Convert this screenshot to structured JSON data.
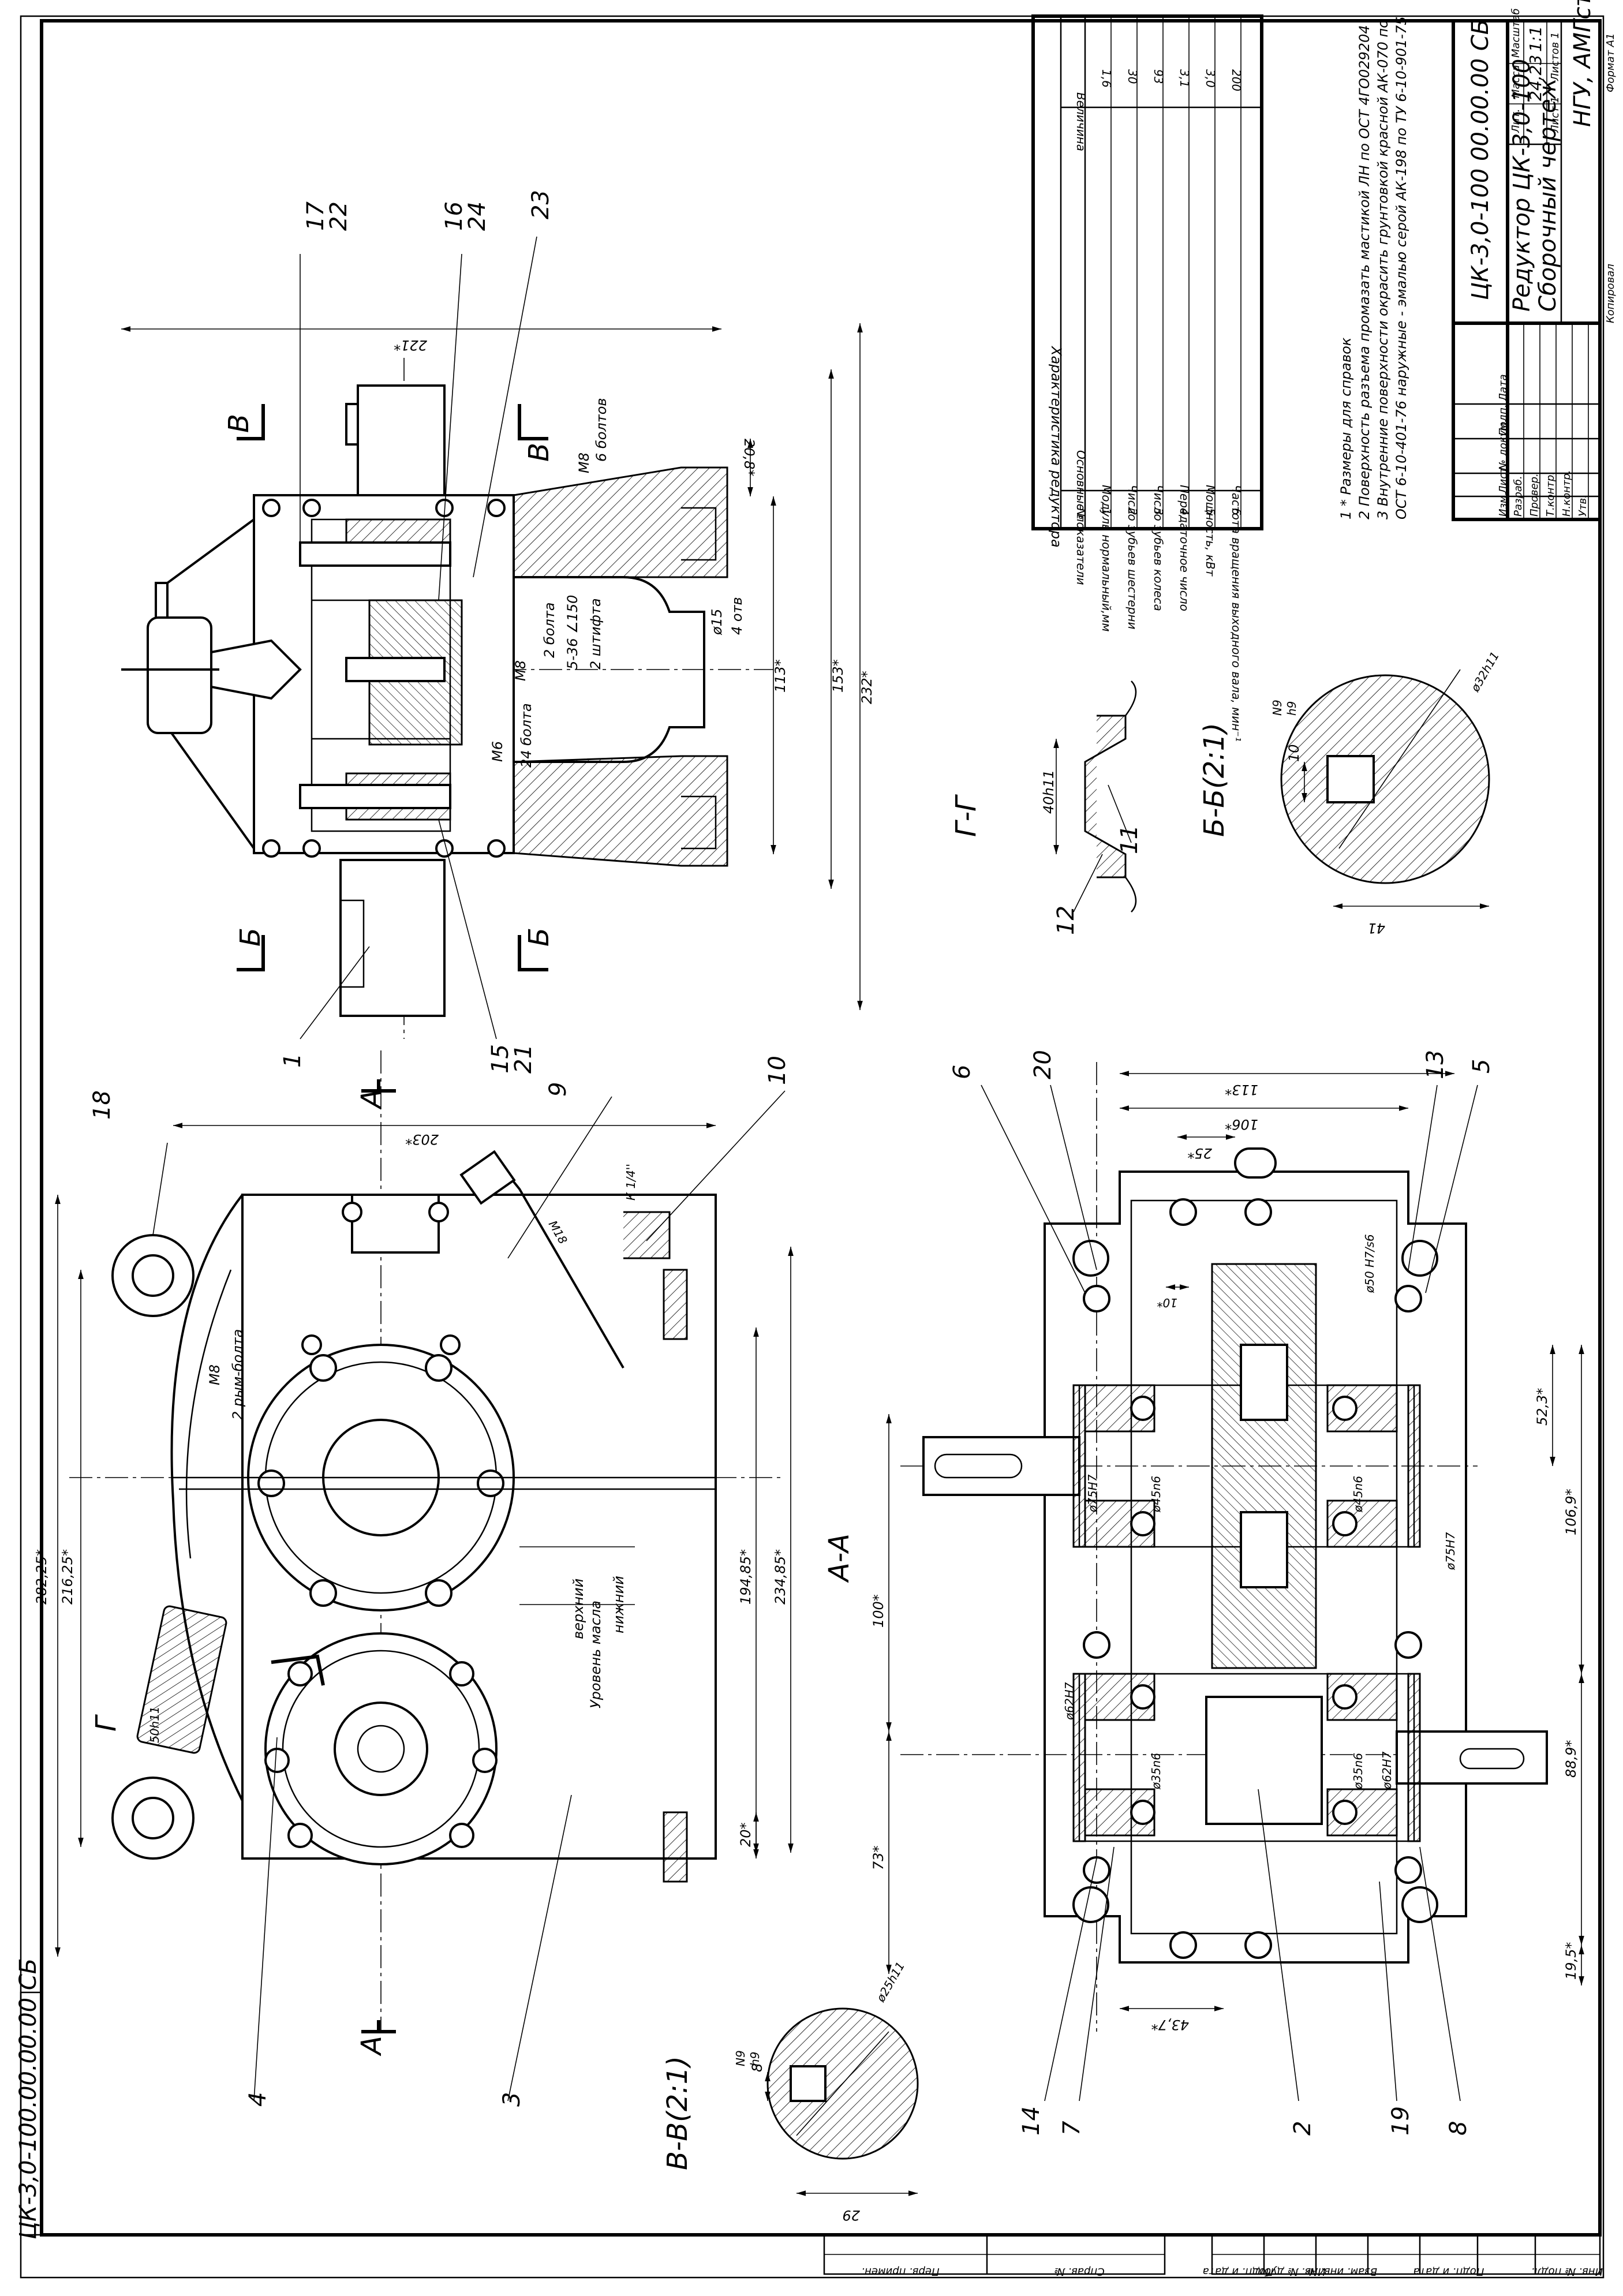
{
  "document": {
    "designation": "ЦК-3,0-100 00.00.00 СБ",
    "designation_rotated": "ЦК-3,0-100.00.00.00 СБ",
    "title_line1": "Редуктор ЦК-3,0-100",
    "title_line2": "Сборочный чертеж",
    "organization": "НГУ, АМГст-08",
    "mass": "24,23",
    "scale": "1:1",
    "sheet": "Лист 1",
    "sheets": "Листов 1",
    "format": "Формат А1",
    "copied": "Копировал",
    "title_block_headers": {
      "lit": "Лит.",
      "mass": "Масса",
      "scale": "Масштаб"
    },
    "title_block_rows": [
      "Изм.",
      "Лист",
      "№ докум.",
      "Подп.",
      "Дата",
      "Разраб.",
      "Провер.",
      "Т.контр.",
      "Н.контр.",
      "Утв."
    ],
    "bottom_frame_cells": [
      "Инв. № подл.",
      "Подп. и дата",
      "Взам. инв. №",
      "Инв. № дубл.",
      "Подп. и дата",
      "Справ. №",
      "Перв. примен."
    ]
  },
  "characteristics_table": {
    "title": "Характеристика редуктора",
    "headers": [
      "№",
      "Основные показатели",
      "Величина"
    ],
    "rows": [
      {
        "n": "1",
        "name": "Модуль нормальный,мм",
        "value": "1,6"
      },
      {
        "n": "2",
        "name": "Число зубьев шестерни",
        "value": "30"
      },
      {
        "n": "3",
        "name": "Число зубьев колеса",
        "value": "93"
      },
      {
        "n": "4",
        "name": "Передаточное число",
        "value": "3,1"
      },
      {
        "n": "5",
        "name": "Мощность, кВт",
        "value": "3,0"
      },
      {
        "n": "6",
        "name": "Частота вращения выходного вала, мин⁻¹",
        "value": "200"
      }
    ]
  },
  "notes": [
    "1 * Размеры для справок",
    "2 Поверхность разъема промазать мастикой ЛН по ОСТ 4ГО029204",
    "3 Внутренние поверхности окрасить грунтовкой красной АК-070 по",
    "ОСТ 6-10-401-76 наружные - эмалью серой АК-198 по ТУ 6-10-901-75"
  ],
  "views": {
    "top": {
      "dims": [
        "221*",
        "20,8*",
        "113*",
        "153*",
        "232*"
      ],
      "labels": {
        "bolts6": "М8",
        "bolts6b": "6 болтов",
        "hole": "ø15",
        "hole2": "4 отв",
        "m8": "М8",
        "bolt2": "2 болта",
        "s150": "5-36 ∠150",
        "pin2": "2 штифта",
        "m6": "М6",
        "bolt24": "24 болта"
      },
      "section_marks": [
        "В",
        "В",
        "Б",
        "Б"
      ]
    },
    "front": {
      "title": "А-А",
      "dims": [
        "203*",
        "282,25*",
        "216,25*",
        "194,85*",
        "234,85*",
        "100*",
        "73*",
        "20*"
      ],
      "labels": {
        "m18": "М18",
        "k14": "К 1/4''",
        "m8": "М8",
        "bolts2": "2 рым-болта",
        "top_level": "верхний",
        "oil_level": "Уровень масла",
        "bottom_level": "нижний",
        "d50": "50h11"
      },
      "section_marks": [
        "А",
        "А",
        "Г"
      ]
    },
    "section_aa": {
      "dims": [
        "113*",
        "106*",
        "25*",
        "10*",
        "52,3*",
        "106,9*",
        "88,9*",
        "19,5*",
        "43,7*"
      ],
      "fits": [
        "ø50 H7/s6",
        "ø75H7",
        "ø45n6",
        "ø45n6",
        "ø75H7",
        "ø62H7",
        "ø35n6",
        "ø35n6",
        "ø62H7"
      ]
    },
    "gg": {
      "title": "Г-Г",
      "dim": "40h11"
    },
    "bb": {
      "title": "Б-Б(2:1)",
      "dim_d": "ø32h11",
      "dim_w": "10",
      "fit_top": "N9",
      "fit_bot": "h9",
      "dim_h": "41"
    },
    "vv": {
      "title": "В-В(2:1)",
      "dim_d": "ø25h11",
      "dim_w": "8",
      "fit_top": "N9",
      "fit_bot": "h9",
      "dim_h": "29"
    }
  },
  "callouts": [
    "17",
    "22",
    "16",
    "24",
    "23",
    "1",
    "15",
    "21",
    "18",
    "9",
    "10",
    "4",
    "3",
    "6",
    "20",
    "13",
    "5",
    "14",
    "7",
    "2",
    "19",
    "8",
    "11",
    "12"
  ]
}
